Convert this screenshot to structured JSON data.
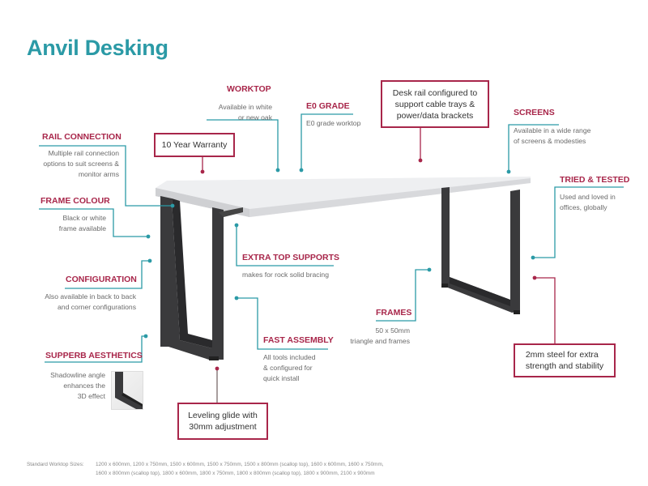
{
  "title": "Anvil Desking",
  "features": {
    "worktop": {
      "label": "WORKTOP",
      "desc_lines": [
        "Available in white",
        "or new oak"
      ]
    },
    "e0_grade": {
      "label": "E0 GRADE",
      "desc_lines": [
        "E0 grade worktop"
      ]
    },
    "screens": {
      "label": "SCREENS",
      "desc_lines": [
        "Available in a wide range",
        "of screens & modesties"
      ]
    },
    "rail_connection": {
      "label": "RAIL CONNECTION",
      "desc_lines": [
        "Multiple rail connection",
        "options to suit screens &",
        "monitor arms"
      ]
    },
    "frame_colour": {
      "label": "FRAME COLOUR",
      "desc_lines": [
        "Black or white",
        "frame available"
      ]
    },
    "tried_tested": {
      "label": "TRIED & TESTED",
      "desc_lines": [
        "Used and loved in",
        "offices, globally"
      ]
    },
    "configuration": {
      "label": "CONFIGURATION",
      "desc_lines": [
        "Also available in back to back",
        "and corner configurations"
      ]
    },
    "extra_top_supports": {
      "label": "EXTRA TOP SUPPORTS",
      "desc_lines": [
        "makes for rock solid bracing"
      ]
    },
    "frames": {
      "label": "FRAMES",
      "desc_lines": [
        "50 x 50mm",
        "triangle and frames"
      ]
    },
    "fast_assembly": {
      "label": "FAST ASSEMBLY",
      "desc_lines": [
        "All tools included",
        "& configured for",
        "quick install"
      ]
    },
    "superb_aesthetics": {
      "label": "SUPPERB AESTHETICS",
      "desc_lines": [
        "Shadowline angle",
        "enhances the",
        "3D effect"
      ]
    }
  },
  "callouts": {
    "warranty": {
      "lines": [
        "10 Year Warranty"
      ]
    },
    "desk_rail": {
      "lines": [
        "Desk rail configured to",
        "support cable trays &",
        "power/data brackets"
      ]
    },
    "leveling": {
      "lines": [
        "Leveling glide with",
        "30mm adjustment"
      ]
    },
    "steel": {
      "lines": [
        "2mm steel for extra",
        "strength and stability"
      ]
    }
  },
  "footer": {
    "label": "Standard Worktop Sizes:",
    "line1": "1200 x 600mm, 1200 x 750mm, 1500 x 600mm, 1500 x 750mm, 1500 x 800mm (scallop top), 1600 x 600mm, 1600 x 750mm,",
    "line2": "1600 x 800mm (scallop top), 1800 x 600mm, 1800 x 750mm, 1800 x 800mm (scallop top), 1800 x 900mm, 2100 x 900mm"
  },
  "colors": {
    "teal": "#2b9aa6",
    "crimson": "#a8264a",
    "frame": "#3a3a3c",
    "worktop": "#e9eaec"
  }
}
